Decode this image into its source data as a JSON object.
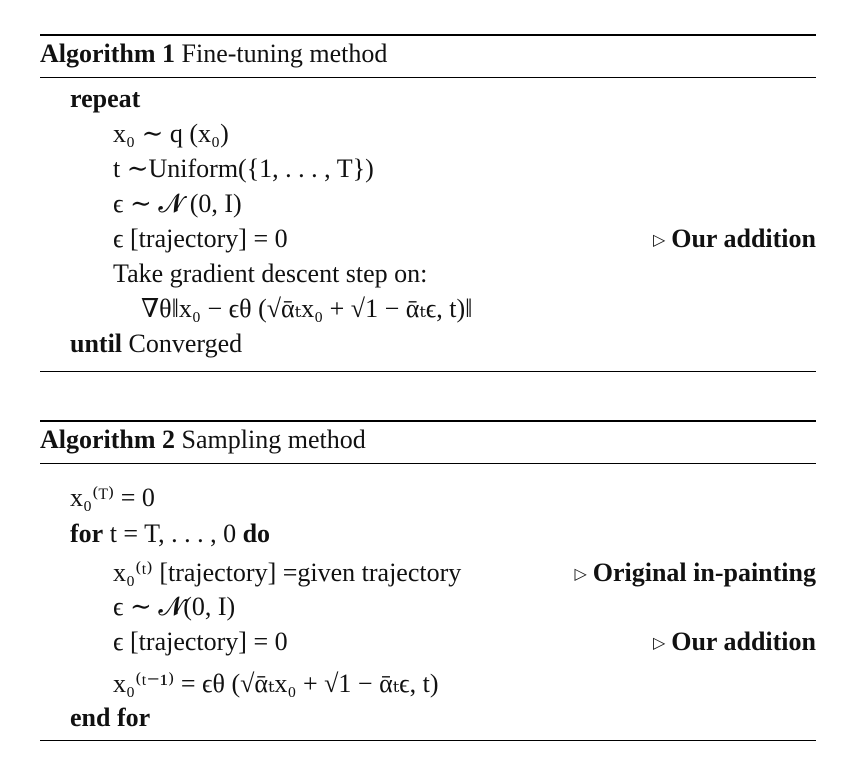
{
  "algorithm1": {
    "caption_label": "Algorithm 1",
    "caption_title": "Fine-tuning method",
    "repeat": "repeat",
    "line1": "x₀ ∼ q (x₀)",
    "line2": "t ∼Uniform({1, . . . , T})",
    "line3": "ϵ ∼ 𝓝 (0, I)",
    "line4": "ϵ [trajectory] = 0",
    "line4_comment": "Our addition",
    "line5": "Take gradient descent step on:",
    "line6": "∇θ‖x₀ − ϵθ (√ᾱₜx₀ + √1 − ᾱₜϵ, t)‖",
    "until": "until",
    "until_text": "Converged"
  },
  "algorithm2": {
    "caption_label": "Algorithm 2",
    "caption_title": "Sampling method",
    "line1": "x₀⁽ᵀ⁾ = 0",
    "for_kw": "for",
    "for_text": "t = T, . . . , 0",
    "do_kw": "do",
    "line2": "x₀⁽ᵗ⁾ [trajectory] =given trajectory",
    "line2_comment": "Original in-painting",
    "line3": "ϵ ∼ 𝓝(0, I)",
    "line4": "ϵ [trajectory] = 0",
    "line4_comment": "Our addition",
    "line5": "x₀⁽ᵗ⁻¹⁾ = ϵθ (√ᾱₜx₀ + √1 − ᾱₜϵ, t)",
    "end_for": "end for"
  },
  "comment_marker": "▷"
}
